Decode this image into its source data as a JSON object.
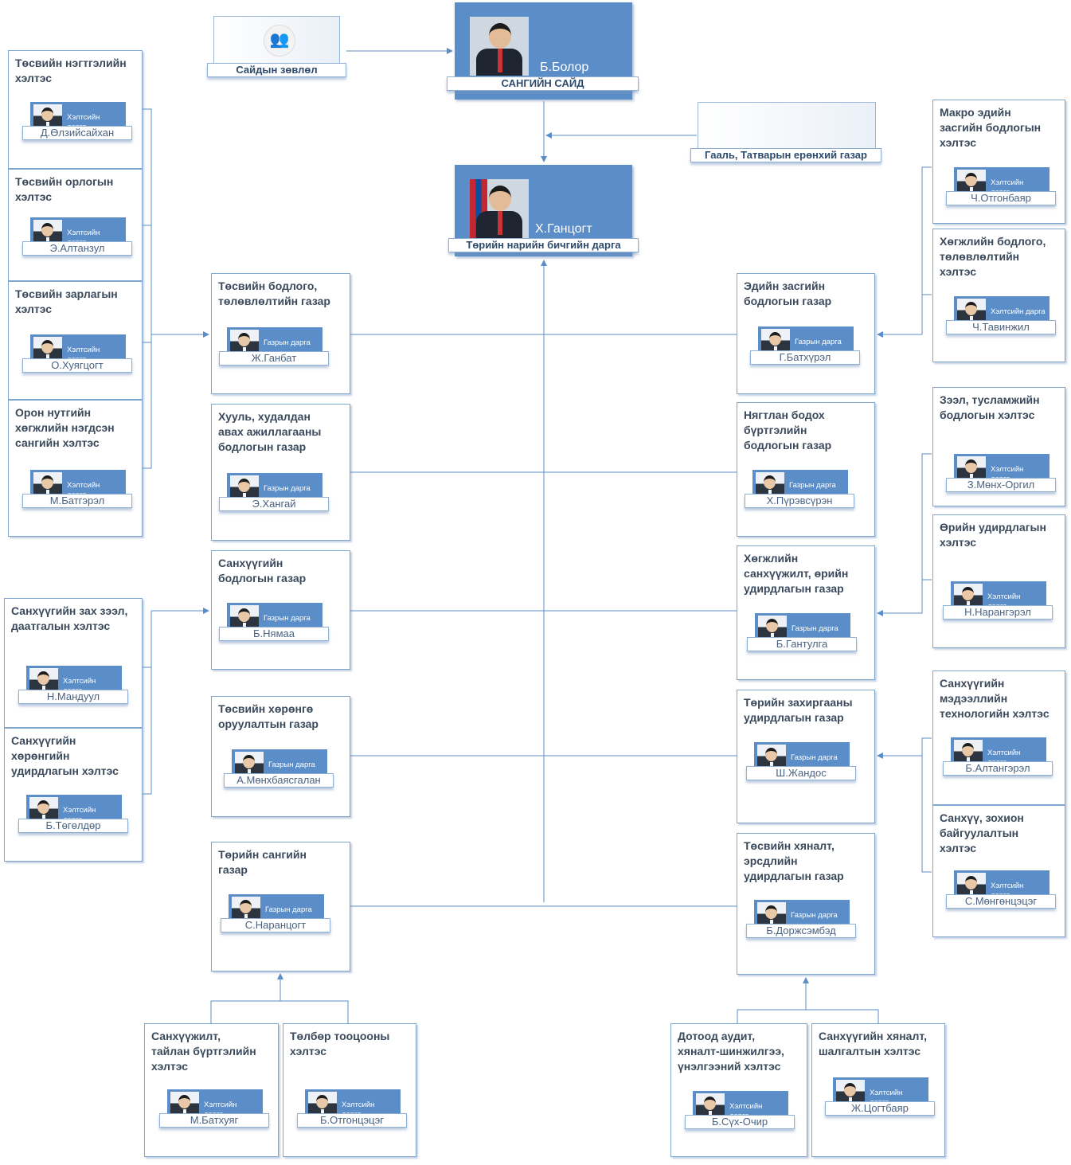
{
  "council": {
    "label": "Сайдын зөвлөл"
  },
  "minister": {
    "name": "Б.Болор",
    "title": "САНГИЙН САЙД"
  },
  "secretary": {
    "name": "Х.Ганцогт",
    "title": "Төрийн нарийн бичгийн дарга"
  },
  "customs": {
    "label": "Гааль, Татварын ерөнхий газар"
  },
  "boxes": [
    {
      "title": "Төсвийн нэгтгэлийн\nхэлтэс",
      "name": "Д.Өлзийсайхан",
      "role": "Хэлтсийн\nдарга"
    },
    {
      "title": "Төсвийн орлогын\nхэлтэс",
      "name": "Э.Алтанзул",
      "role": "Хэлтсийн\nдарга"
    },
    {
      "title": "Төсвийн зарлагын\nхэлтэс",
      "name": "О.Хуягцогт",
      "role": "Хэлтсийн\nдарга"
    },
    {
      "title": "Орон нутгийн\nхөгжлийн нэгдсэн\nсангийн хэлтэс",
      "name": "М.Батгэрэл",
      "role": "Хэлтсийн\nдарга"
    },
    {
      "title": "Төсвийн бодлого,\nтөлөвлөлтийн газар",
      "name": "Ж.Ганбат",
      "role": "Газрын дарга"
    },
    {
      "title": "Хууль, худалдан\nавах ажиллагааны\nбодлогын газар",
      "name": "Э.Хангай",
      "role": "Газрын дарга"
    },
    {
      "title": "Санхүүгийн\nбодлогын газар",
      "name": "Б.Нямаа",
      "role": "Газрын дарга"
    },
    {
      "title": "Төсвийн хөрөнгө\nоруулалтын газар",
      "name": "А.Мөнхбаясгалан",
      "role": "Газрын дарга"
    },
    {
      "title": "Төрийн сангийн\nгазар",
      "name": "С.Наранцогт",
      "role": "Газрын дарга"
    },
    {
      "title": "Санхүүгийн зах зээл,\nдаатгалын хэлтэс",
      "name": "Н.Мандуул",
      "role": "Хэлтсийн\nдарга"
    },
    {
      "title": "Санхүүгийн\nхөрөнгийн\nудирдлагын хэлтэс",
      "name": "Б.Төгөлдөр",
      "role": "Хэлтсийн\nдарга"
    },
    {
      "title": "Санхүүжилт,\nтайлан бүртгэлийн\nхэлтэс",
      "name": "М.Батхуяг",
      "role": "Хэлтсийн\nдарга"
    },
    {
      "title": "Төлбөр тооцооны\nхэлтэс",
      "name": "Б.Отгонцэцэг",
      "role": "Хэлтсийн\nдарга"
    },
    {
      "title": "Эдийн засгийн\nбодлогын газар",
      "name": "Г.Батхүрэл",
      "role": "Газрын дарга"
    },
    {
      "title": "Нягтлан бодох\nбүртгэлийн\nбодлогын газар",
      "name": "Х.Пүрэвсүрэн",
      "role": "Газрын дарга"
    },
    {
      "title": "Хөгжлийн\nсанхүүжилт, өрийн\nудирдлагын газар",
      "name": "Б.Гантулга",
      "role": "Газрын дарга"
    },
    {
      "title": "Төрийн захиргааны\nудирдлагын газар",
      "name": "Ш.Жандос",
      "role": "Газрын дарга"
    },
    {
      "title": "Төсвийн хяналт,\nэрсдлийн\nудирдлагын газар",
      "name": "Б.Доржсэмбэд",
      "role": "Газрын дарга"
    },
    {
      "title": "Макро эдийн\nзасгийн бодлогын\nхэлтэс",
      "name": "Ч.Отгонбаяр",
      "role": "Хэлтсийн\nдарга"
    },
    {
      "title": "Хөгжлийн бодлого,\nтөлөвлөлтийн\nхэлтэс",
      "name": "Ч.Тавинжил",
      "role": "Хэлтсийн дарга"
    },
    {
      "title": "Зээл, тусламжийн\nбодлогын хэлтэс",
      "name": "З.Мөнх-Оргил",
      "role": "Хэлтсийн\nдарга"
    },
    {
      "title": "Өрийн удирдлагын\nхэлтэс",
      "name": "Н.Нарангэрэл",
      "role": "Хэлтсийн\nдарга"
    },
    {
      "title": "Санхүүгийн\nмэдээллийн\nтехнологийн хэлтэс",
      "name": "Б.Алтангэрэл",
      "role": "Хэлтсийн\nдарга"
    },
    {
      "title": "Санхүү, зохион\nбайгуулалтын\nхэлтэс",
      "name": "С.Мөнгөнцэцэг",
      "role": "Хэлтсийн\nдарга"
    },
    {
      "title": "Дотоод аудит,\nхяналт-шинжилгээ,\nүнэлгээний хэлтэс",
      "name": "Б.Сүх-Очир",
      "role": "Хэлтсийн\nдарга"
    },
    {
      "title": "Санхүүгийн хяналт,\nшалгалтын хэлтэс",
      "name": "Ж.Цогтбаяр",
      "role": "Хэлтсийн\nдарга"
    }
  ]
}
